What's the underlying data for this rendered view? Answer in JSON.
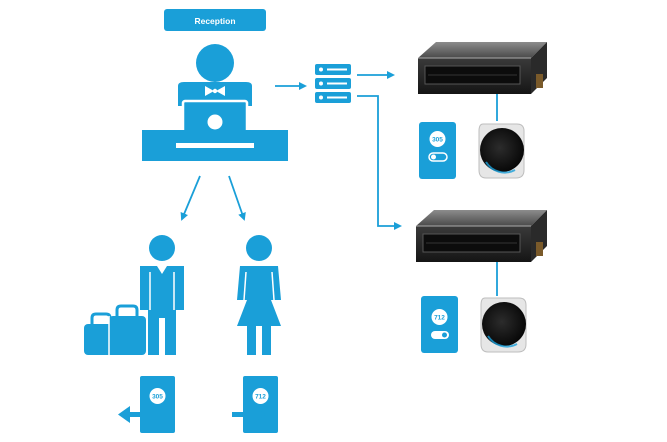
{
  "reception": {
    "label": "Reception"
  },
  "rooms": [
    {
      "number": "305"
    },
    {
      "number": "712"
    }
  ],
  "colors": {
    "accent": "#1a9fd8",
    "unit_dark": "#2b2b2b",
    "unit_mid": "#5a5a5a",
    "unit_light": "#9a9a9a"
  },
  "icons": [
    "reception-sign-icon",
    "receptionist-icon",
    "laptop-icon",
    "reception-desk-icon",
    "network-switch-icon",
    "ducted-ac-unit-icon",
    "room-controller-icon",
    "wall-thermostat-icon",
    "male-guest-icon",
    "female-guest-icon",
    "luggage-icon",
    "room-door-icon"
  ]
}
